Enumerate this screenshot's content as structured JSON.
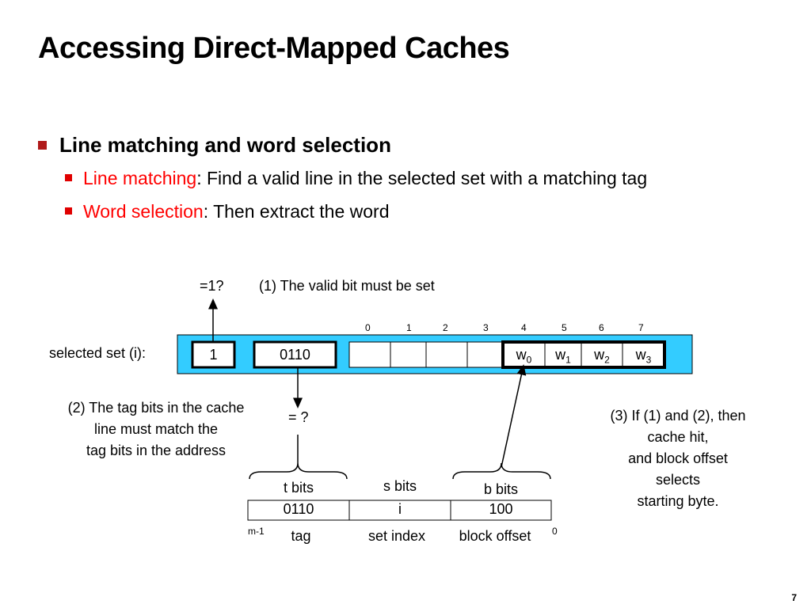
{
  "title": "Accessing Direct-Mapped Caches",
  "bullet": {
    "heading": "Line matching and word selection",
    "items": [
      {
        "term": "Line matching",
        "rest": ": Find a valid line in the selected set with a matching tag"
      },
      {
        "term": "Word selection",
        "rest": ": Then extract the word"
      }
    ]
  },
  "diagram": {
    "valid_check": "=1?",
    "note1": "(1) The valid bit must be set",
    "byte_indices": [
      "0",
      "1",
      "2",
      "3",
      "4",
      "5",
      "6",
      "7"
    ],
    "selected_set_label": "selected set (i):",
    "valid_bit": "1",
    "tag_value": "0110",
    "words": [
      {
        "base": "w",
        "sub": "0"
      },
      {
        "base": "w",
        "sub": "1"
      },
      {
        "base": "w",
        "sub": "2"
      },
      {
        "base": "w",
        "sub": "3"
      }
    ],
    "tag_compare": "= ?",
    "note2": [
      "(2) The tag bits in the cache",
      "line must match the",
      "tag bits in the address"
    ],
    "note3": [
      "(3) If (1) and (2), then",
      "cache hit,",
      "and block offset",
      "selects",
      "starting byte."
    ],
    "address": {
      "field_sizes": [
        "t bits",
        "s bits",
        "b bits"
      ],
      "values": [
        "0110",
        "i",
        "100"
      ],
      "names": [
        "tag",
        "set index",
        "block offset"
      ],
      "msb": "m-1",
      "lsb": "0"
    }
  },
  "colors": {
    "cache_line_bg": "#33ccff",
    "bullet_red": "#b01a1a",
    "term_red": "#ff0000"
  },
  "page_number": "7"
}
